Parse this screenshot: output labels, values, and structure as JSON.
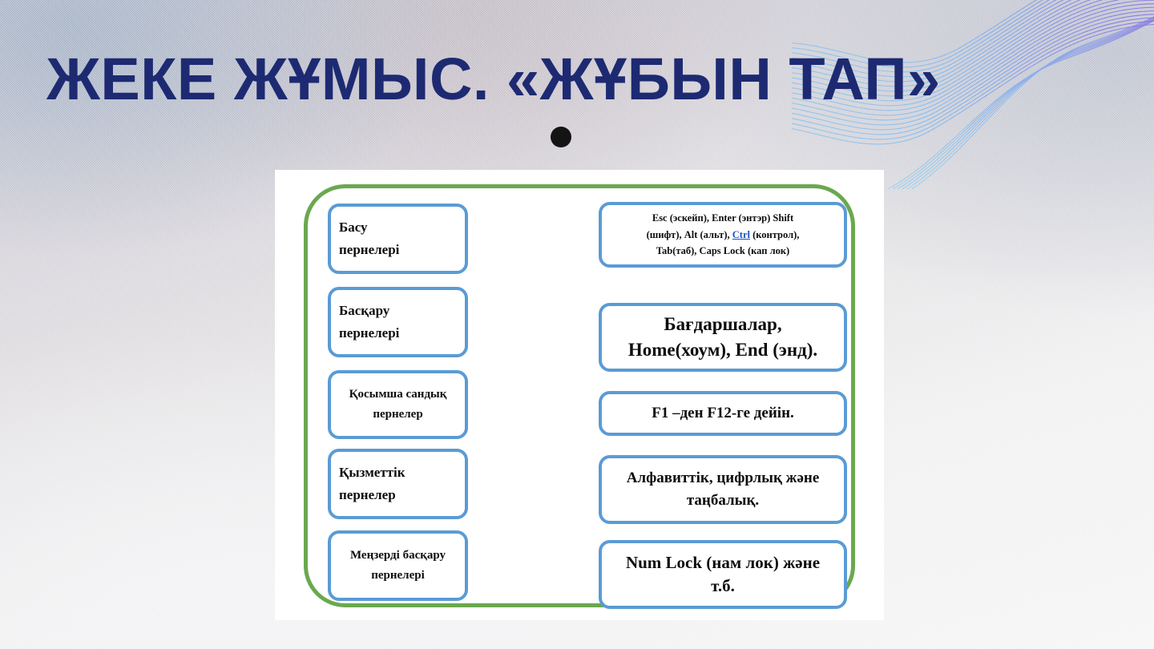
{
  "slide": {
    "title": "ЖЕКЕ ЖҰМЫС. «ЖҰБЫН ТАП»",
    "bullet_marker": "•",
    "colors": {
      "title_navy": "#1d2a72",
      "frame_green": "#6aa84f",
      "box_blue": "#5b9bd5",
      "link_blue": "#1a53c0",
      "card_white": "#ffffff"
    }
  },
  "deco": {
    "wave_lines_icon": "wave-lines-decoration",
    "stroke_from": "#8fd0f0",
    "stroke_to": "#7b6bdc"
  },
  "matching": {
    "left_column": [
      {
        "id": "press-keys",
        "lines": [
          "Басу",
          "пернелері"
        ],
        "align": "left"
      },
      {
        "id": "control-keys",
        "lines": [
          "Басқару",
          "пернелері"
        ],
        "align": "left"
      },
      {
        "id": "numeric-keys",
        "lines": [
          "Қосымша сандық",
          "пернелер"
        ],
        "align": "center"
      },
      {
        "id": "function-keys",
        "lines": [
          "Қызметтік",
          "пернелер"
        ],
        "align": "left"
      },
      {
        "id": "cursor-keys",
        "lines": [
          "Меңзерді басқару",
          "пернелері"
        ],
        "align": "center"
      }
    ],
    "right_column": [
      {
        "id": "special-keys-answer",
        "lines": [
          "Esc (эскейп), Enter (энтэр) Shift",
          "(шифт), Alt (альт), ",
          " (контрол),",
          "Tab(таб), Caps Lock (кап лок)"
        ],
        "link_text": "Ctrl"
      },
      {
        "id": "navigation-keys-answer",
        "lines": [
          "Бағдаршалар,",
          "Home(хоум),  End (энд)."
        ]
      },
      {
        "id": "function-keys-answer",
        "lines": [
          "F1 –ден F12-ге дейін."
        ]
      },
      {
        "id": "alphanumeric-keys-answer",
        "lines": [
          "Алфавиттік, цифрлық және",
          "таңбалық."
        ]
      },
      {
        "id": "numlock-keys-answer",
        "lines": [
          "Num Lock (нам лок) және",
          "т.б."
        ]
      }
    ]
  }
}
